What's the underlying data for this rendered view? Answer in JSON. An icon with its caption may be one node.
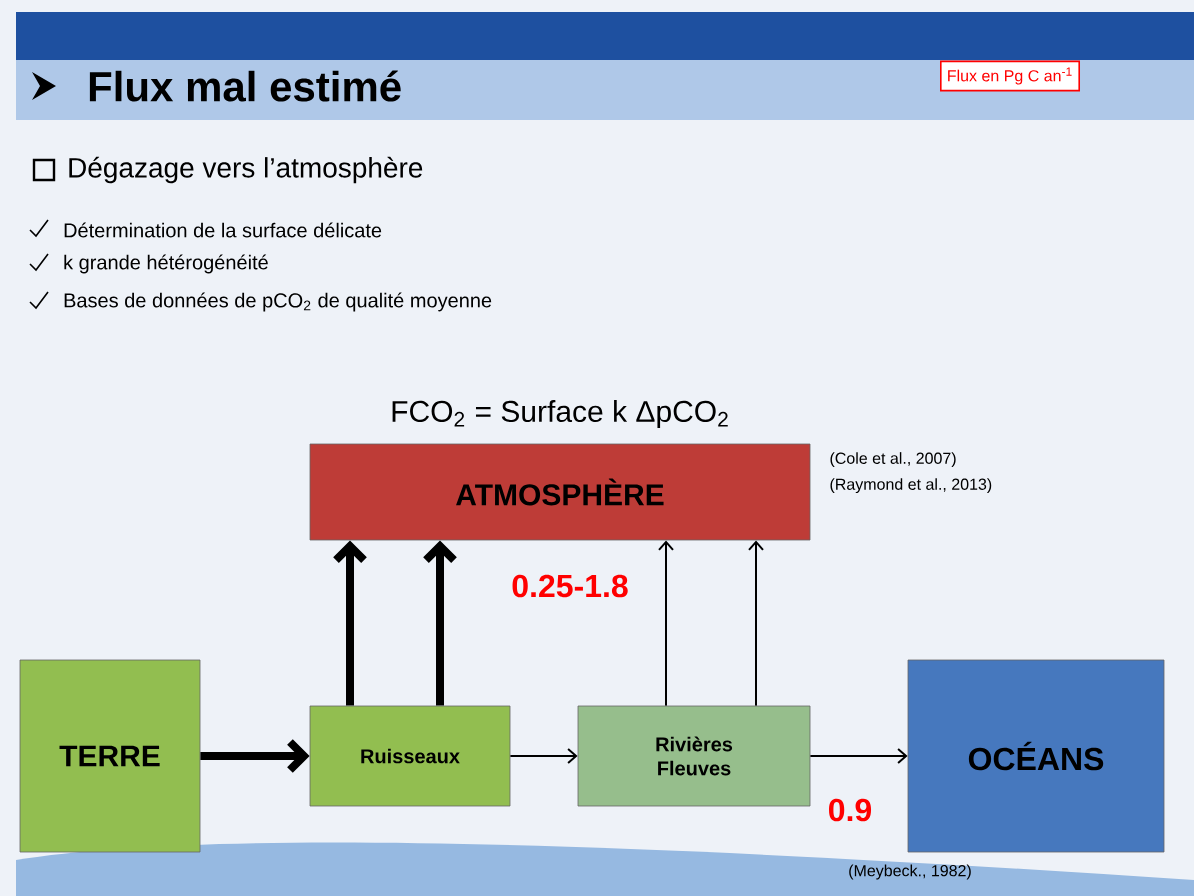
{
  "diagram": {
    "title": "Flux mal estimé",
    "nodes": [
      {
        "text": [
          "ATMOSPHÈRE"
        ],
        "beside": [
          "(Cole et al., 2007)",
          "(Raymond et al., 2013)"
        ]
      },
      {
        "text": [
          "TERRE"
        ]
      },
      {
        "text": [
          "Ruisseaux"
        ]
      },
      {
        "text": [
          "Rivières Fleuves"
        ]
      },
      {
        "text": [
          "OCÉANS"
        ]
      }
    ],
    "edges": [
      {
        "from": 1,
        "to": 2,
        "arrow": "to",
        "style": "thick"
      },
      {
        "from": 2,
        "to": 3,
        "arrow": "to"
      },
      {
        "from": 3,
        "to": 4,
        "arrow": "to",
        "label": "0.9"
      },
      {
        "from": 2,
        "to": 0,
        "arrow": "to",
        "style": "thick"
      },
      {
        "from": 2,
        "to": 0,
        "arrow": "to",
        "style": "thick"
      },
      {
        "from": 3,
        "to": 0,
        "arrow": "to"
      },
      {
        "from": 3,
        "to": 0,
        "arrow": "to"
      }
    ],
    "labels": [
      "Flux en Pg C an$^{-1}$",
      "Dégazage vers l’atmosphère",
      "Détermination de la surface délicate",
      "k grande hétérogénéité",
      "Bases de données de pCO$_{2}$ de qualité moyenne",
      "FCO$_{2}$ = Surface k ΔpCO$_{2}$",
      "0.25-1.8",
      "(Meybeck., 1982)"
    ]
  }
}
